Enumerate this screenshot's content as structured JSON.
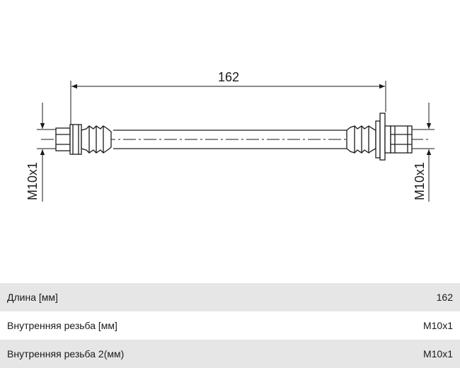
{
  "drawing": {
    "length_label": "162",
    "thread_left_label": "M10x1",
    "thread_right_label": "M10x1",
    "line_color": "#1a1a1a"
  },
  "specs": [
    {
      "label": "Длина [мм]",
      "value": "162"
    },
    {
      "label": "Внутренняя резьба [мм]",
      "value": "M10x1"
    },
    {
      "label": "Внутренняя резьба 2(мм)",
      "value": "M10x1"
    }
  ]
}
